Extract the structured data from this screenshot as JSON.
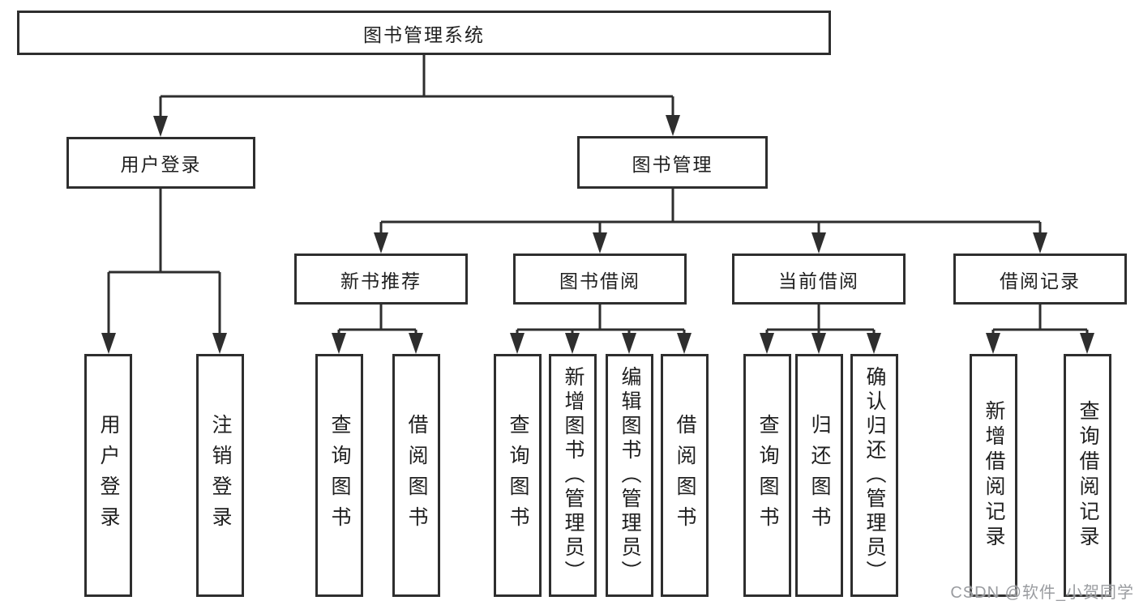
{
  "nodes": {
    "root": "图书管理系统",
    "user_login": "用户登录",
    "book_mgmt": "图书管理",
    "new_book_rec": "新书推荐",
    "book_borrow": "图书借阅",
    "current_borrow": "当前借阅",
    "borrow_records": "借阅记录"
  },
  "leaves": {
    "user_login": [
      "用户登录",
      "注销登录"
    ],
    "new_book_rec": [
      "查询图书",
      "借阅图书"
    ],
    "book_borrow": [
      "查询图书",
      "新增图书（管理员）",
      "编辑图书（管理员）",
      "借阅图书"
    ],
    "current_borrow": [
      "查询图书",
      "归还图书",
      "确认归还（管理员）"
    ],
    "borrow_records": [
      "新增借阅记录",
      "查询借阅记录"
    ]
  },
  "watermark": "CSDN @软件_小贺同学",
  "colors": {
    "line": "#2e2e2e",
    "text": "#1f1f1f",
    "watermark_gray": "#919498"
  }
}
